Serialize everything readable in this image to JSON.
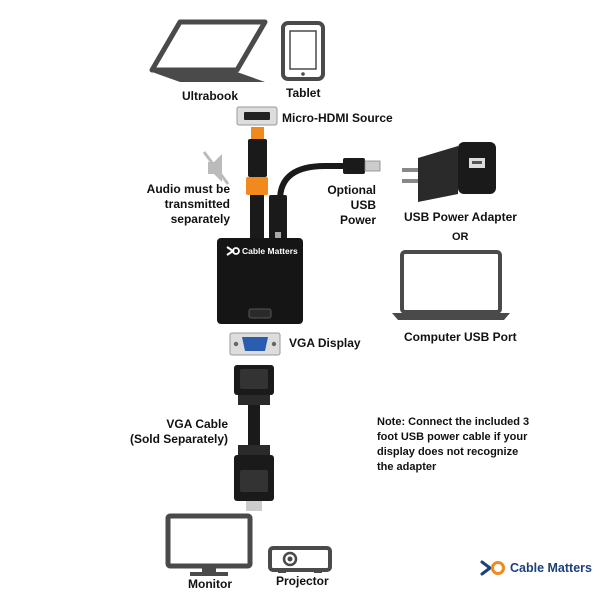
{
  "labels": {
    "ultrabook": "Ultrabook",
    "tablet": "Tablet",
    "micro_hdmi_source": "Micro-HDMI Source",
    "audio_note": [
      "Audio must be",
      "transmitted",
      "separately"
    ],
    "optional_usb": [
      "Optional",
      "USB",
      "Power"
    ],
    "usb_power_adapter": "USB Power Adapter",
    "or": "OR",
    "computer_usb_port": "Computer USB Port",
    "vga_display": "VGA Display",
    "vga_cable": [
      "VGA Cable",
      "(Sold Separately)"
    ],
    "monitor": "Monitor",
    "projector": "Projector"
  },
  "note": "Note: Connect the included 3 foot USB power cable if your display does not recognize the adapter",
  "brand": {
    "adapter_logo_text": "Cable Matters",
    "footer_logo_text": "Cable Matters",
    "brand_blue": "#1d3f7a",
    "brand_orange": "#f08a1c"
  },
  "colors": {
    "device_black": "#1a1a1a",
    "device_gray": "#4a4a4a",
    "connector_orange": "#f08a1c",
    "vga_port_blue": "#2a5db0"
  }
}
